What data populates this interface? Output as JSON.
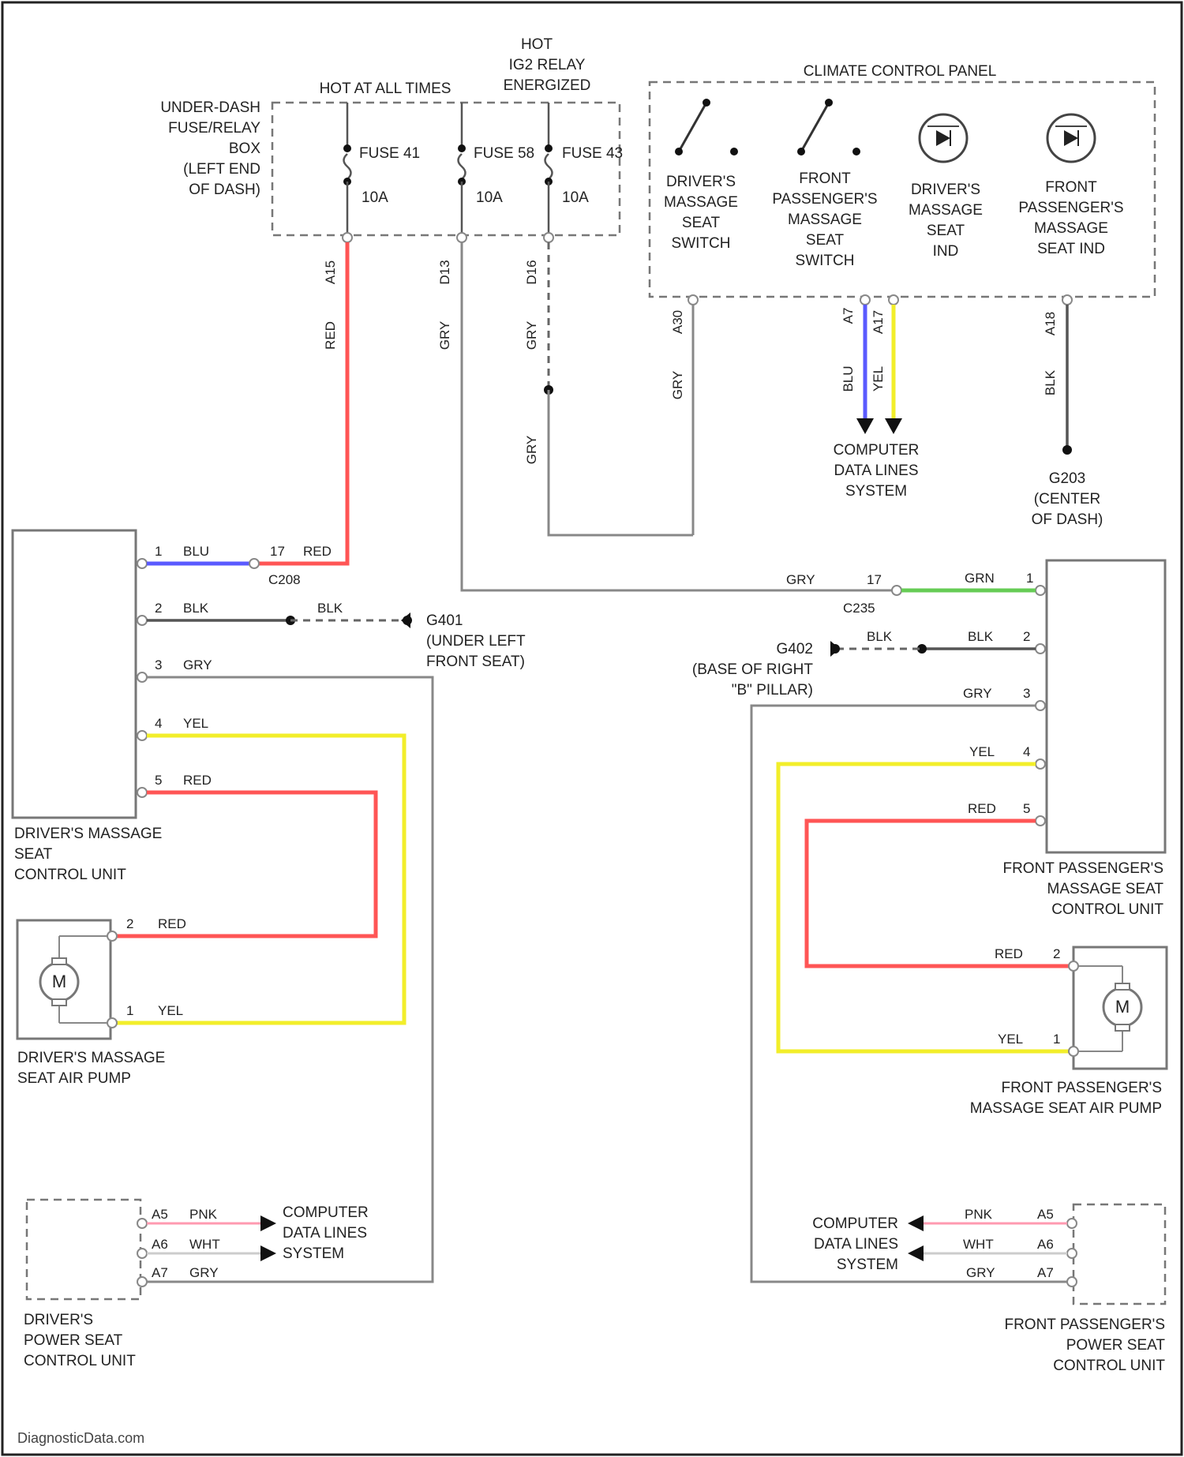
{
  "fuse_box": {
    "label": [
      "UNDER-DASH",
      "FUSE/RELAY",
      "BOX",
      "(LEFT END",
      "OF DASH)"
    ],
    "hot_at_all_times": "HOT AT ALL TIMES",
    "hot_ig2": [
      "HOT",
      "IG2 RELAY",
      "ENERGIZED"
    ],
    "fuses": [
      {
        "name": "FUSE 41",
        "amp": "10A",
        "terminal": "A15",
        "wire": "RED"
      },
      {
        "name": "FUSE 58",
        "amp": "10A",
        "terminal": "D13",
        "wire": "GRY"
      },
      {
        "name": "FUSE 43",
        "amp": "10A",
        "terminal": "D16",
        "wire": "GRY"
      }
    ]
  },
  "climate_panel": {
    "title": "CLIMATE CONTROL PANEL",
    "components": [
      [
        "DRIVER'S",
        "MASSAGE",
        "SEAT",
        "SWITCH"
      ],
      [
        "FRONT",
        "PASSENGER'S",
        "MASSAGE",
        "SEAT",
        "SWITCH"
      ],
      [
        "DRIVER'S",
        "MASSAGE",
        "SEAT",
        "IND"
      ],
      [
        "FRONT",
        "PASSENGER'S",
        "MASSAGE",
        "SEAT IND"
      ]
    ],
    "terminals": {
      "a30": {
        "pin": "A30",
        "wire": "GRY"
      },
      "a7": {
        "pin": "A7",
        "wire": "BLU"
      },
      "a17": {
        "pin": "A17",
        "wire": "YEL"
      },
      "a18": {
        "pin": "A18",
        "wire": "BLK"
      }
    },
    "data_lines": [
      "COMPUTER",
      "DATA LINES",
      "SYSTEM"
    ],
    "ground": [
      "G203",
      "(CENTER",
      "OF DASH)"
    ],
    "gry_lower": "GRY"
  },
  "driver_unit": {
    "name": [
      "DRIVER'S MASSAGE",
      "SEAT",
      "CONTROL UNIT"
    ],
    "pins": [
      {
        "pin": "1",
        "wire": "BLU"
      },
      {
        "pin": "2",
        "wire": "BLK"
      },
      {
        "pin": "3",
        "wire": "GRY"
      },
      {
        "pin": "4",
        "wire": "YEL"
      },
      {
        "pin": "5",
        "wire": "RED"
      }
    ],
    "connector": {
      "pin": "17",
      "wire": "RED",
      "name": "C208"
    },
    "ground_wire": "BLK",
    "ground": [
      "G401",
      "(UNDER LEFT",
      "FRONT SEAT)"
    ]
  },
  "driver_pump": {
    "name": [
      "DRIVER'S MASSAGE",
      "SEAT AIR PUMP"
    ],
    "motor": "M",
    "pins": [
      {
        "pin": "2",
        "wire": "RED"
      },
      {
        "pin": "1",
        "wire": "YEL"
      }
    ]
  },
  "driver_power_seat": {
    "name": [
      "DRIVER'S",
      "POWER SEAT",
      "CONTROL UNIT"
    ],
    "pins": [
      {
        "pin": "A5",
        "wire": "PNK"
      },
      {
        "pin": "A6",
        "wire": "WHT"
      },
      {
        "pin": "A7",
        "wire": "GRY"
      }
    ],
    "data_lines": [
      "COMPUTER",
      "DATA LINES",
      "SYSTEM"
    ]
  },
  "pass_unit": {
    "name": [
      "FRONT PASSENGER'S",
      "MASSAGE SEAT",
      "CONTROL UNIT"
    ],
    "pins": [
      {
        "pin": "1",
        "wire": "GRN"
      },
      {
        "pin": "2",
        "wire": "BLK"
      },
      {
        "pin": "3",
        "wire": "GRY"
      },
      {
        "pin": "4",
        "wire": "YEL"
      },
      {
        "pin": "5",
        "wire": "RED"
      }
    ],
    "connector": {
      "pin": "17",
      "wire": "GRY",
      "name": "C235"
    },
    "ground_wire": "BLK",
    "ground": [
      "G402",
      "(BASE OF RIGHT",
      "\"B\" PILLAR)"
    ]
  },
  "pass_pump": {
    "name": [
      "FRONT PASSENGER'S",
      "MASSAGE SEAT AIR PUMP"
    ],
    "motor": "M",
    "pins": [
      {
        "pin": "2",
        "wire": "RED"
      },
      {
        "pin": "1",
        "wire": "YEL"
      }
    ]
  },
  "pass_power_seat": {
    "name": [
      "FRONT PASSENGER'S",
      "POWER SEAT",
      "CONTROL UNIT"
    ],
    "pins": [
      {
        "pin": "A5",
        "wire": "PNK"
      },
      {
        "pin": "A6",
        "wire": "WHT"
      },
      {
        "pin": "A7",
        "wire": "GRY"
      }
    ],
    "data_lines": [
      "COMPUTER",
      "DATA LINES",
      "SYSTEM"
    ]
  },
  "watermark": "DiagnosticData.com"
}
